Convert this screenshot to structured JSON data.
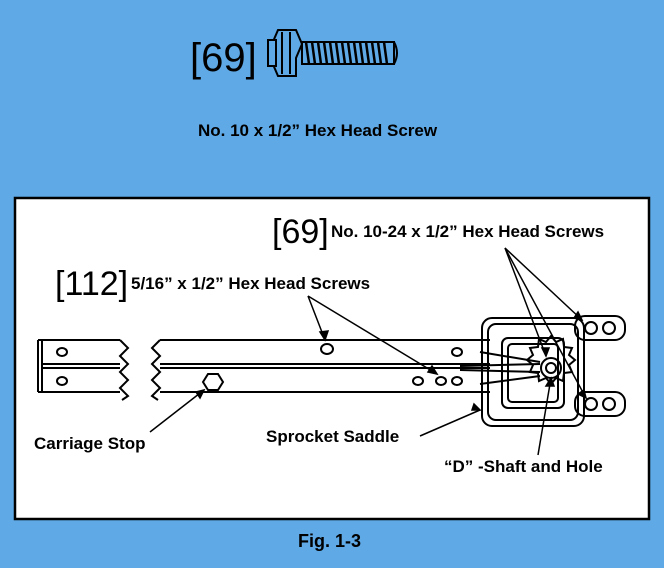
{
  "top_part": {
    "ref": "[69]",
    "caption": "No. 10 x 1/2” Hex Head Screw"
  },
  "diagram": {
    "callout_69": {
      "ref": "[69]",
      "label": "No. 10-24 x 1/2” Hex Head Screws"
    },
    "callout_112": {
      "ref": "[112]",
      "label": "5/16” x 1/2” Hex Head Screws"
    },
    "carriage_stop_label": "Carriage Stop",
    "sprocket_saddle_label": "Sprocket Saddle",
    "d_shaft_label": "“D” -Shaft and Hole"
  },
  "figure_caption": "Fig. 1-3",
  "colors": {
    "background": "#5ea9e6",
    "panel": "#ffffff",
    "ink": "#000000"
  }
}
